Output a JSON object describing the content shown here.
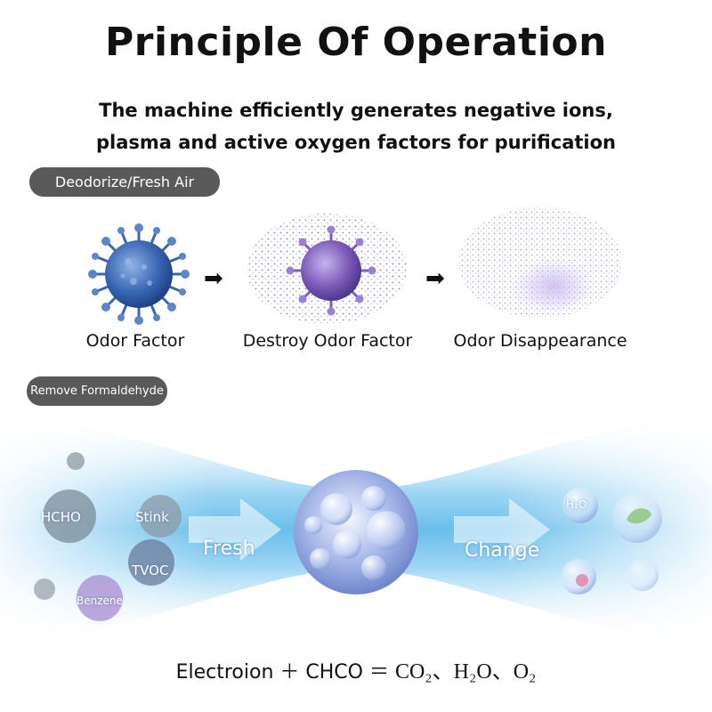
{
  "header": {
    "title": "Principle Of Operation",
    "subtitle_line1": "The machine efficiently generates negative ions,",
    "subtitle_line2": "plasma and active oxygen factors for purification"
  },
  "section_deodorize": {
    "badge": "Deodorize/Fresh Air",
    "steps": [
      {
        "caption": "Odor Factor",
        "icon": "virus-icon"
      },
      {
        "caption": "Destroy Odor Factor",
        "icon": "dispersing-virus-icon"
      },
      {
        "caption": "Odor Disappearance",
        "icon": "particle-cloud-icon"
      }
    ],
    "arrow_glyph": "➡"
  },
  "section_formaldehyde": {
    "badge": "Remove Formaldehyde",
    "pollutants": {
      "hcho": "HCHO",
      "stink": "Stink",
      "tvoc": "TVOC",
      "benzene": "Benzene"
    },
    "fresh_label": "Fresh",
    "change_label": "Change",
    "h2o_bubble": "H₂O"
  },
  "formula": {
    "left": "Electroion ＋ CHCO ＝",
    "right": "CO₂、H₂O、O₂"
  },
  "colors": {
    "badge": "#595959",
    "stream": "#4fb3e8",
    "virus_blue": "#2f5fae",
    "virus_purple": "#7c5bb8"
  }
}
